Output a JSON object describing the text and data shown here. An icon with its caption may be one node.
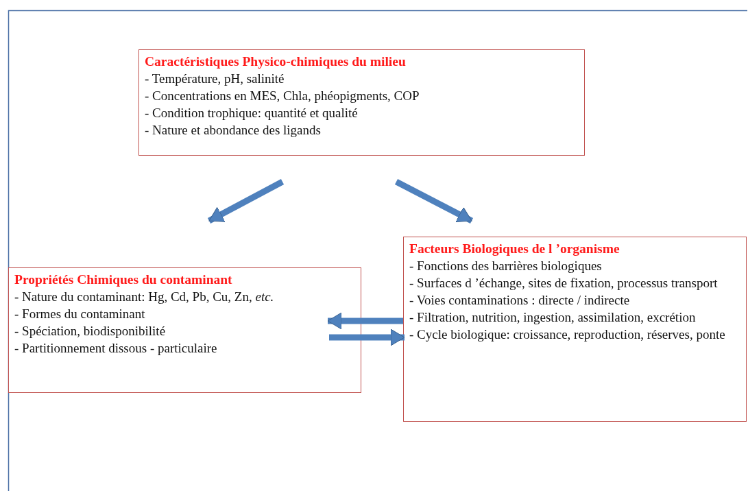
{
  "diagram": {
    "nodes": [
      {
        "text": [
          "Caractéristiques Physico-chimiques du milieu",
          "- Température, pH, salinité",
          "- Concentrations en MES, Chla, phéopigments, COP",
          "- Condition trophique: quantité et qualité",
          "- Nature et abondance des ligands"
        ]
      },
      {
        "text": [
          "Propriétés Chimiques du contaminant",
          "- Nature du contaminant: Hg, Cd, Pb, Cu, Zn, *etc.*",
          "- Formes du contaminant",
          "- Spéciation, biodisponibilité",
          "- Partitionnement dissous - particulaire"
        ]
      },
      {
        "text": [
          "Facteurs Biologiques de l ’organisme",
          "- Fonctions des barrières biologiques",
          "- Surfaces d ’échange, sites de fixation, processus transport",
          "- Voies contaminations : directe / indirecte",
          "- Filtration, nutrition, ingestion, assimilation, excrétion",
          "- Cycle biologique: croissance, reproduction, réserves, ponte"
        ]
      }
    ],
    "edges": [
      {
        "from": 0,
        "to": 1,
        "arrow": "to"
      },
      {
        "from": 0,
        "to": 2,
        "arrow": "to"
      },
      {
        "from": 2,
        "to": 1,
        "arrow": "to"
      },
      {
        "from": 1,
        "to": 2,
        "arrow": "to"
      }
    ]
  }
}
